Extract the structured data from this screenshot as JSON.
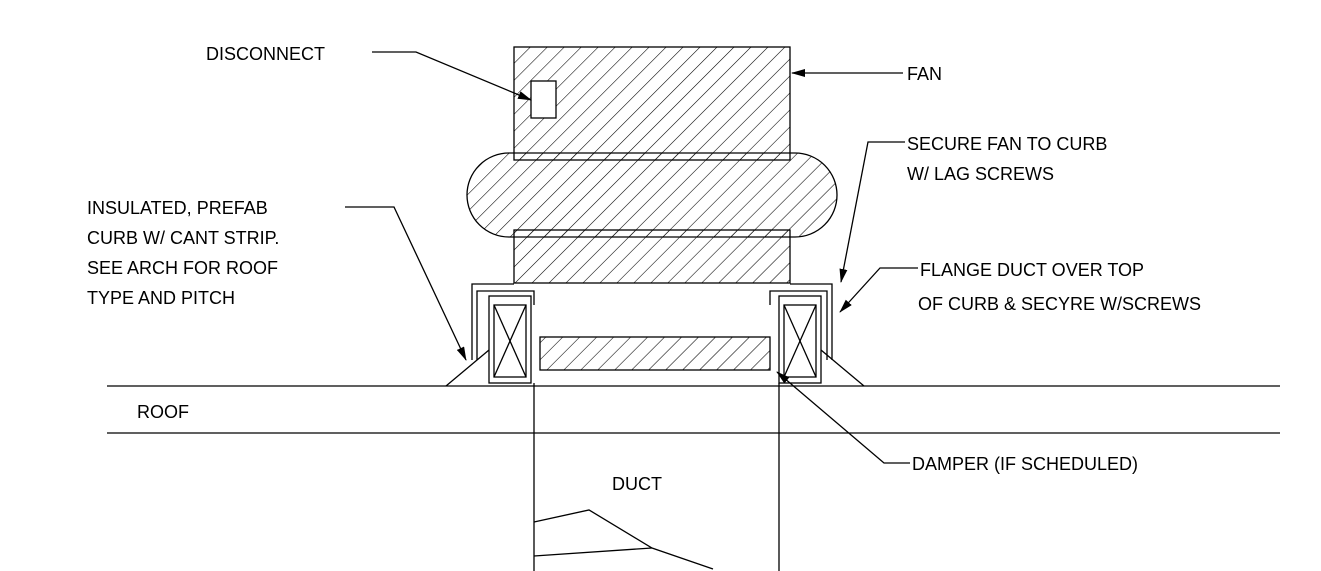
{
  "labels": {
    "disconnect": "DISCONNECT",
    "fan": "FAN",
    "secure_1": "SECURE FAN TO CURB",
    "secure_2": "W/ LAG SCREWS",
    "curb_1": "INSULATED, PREFAB",
    "curb_2": "CURB W/ CANT STRIP.",
    "curb_3": "SEE ARCH FOR ROOF",
    "curb_4": "TYPE AND PITCH",
    "flange_1": "FLANGE DUCT OVER TOP",
    "flange_2": "OF CURB & SECYRE W/SCREWS",
    "roof": "ROOF",
    "damper": "DAMPER (IF SCHEDULED)",
    "duct": "DUCT"
  }
}
